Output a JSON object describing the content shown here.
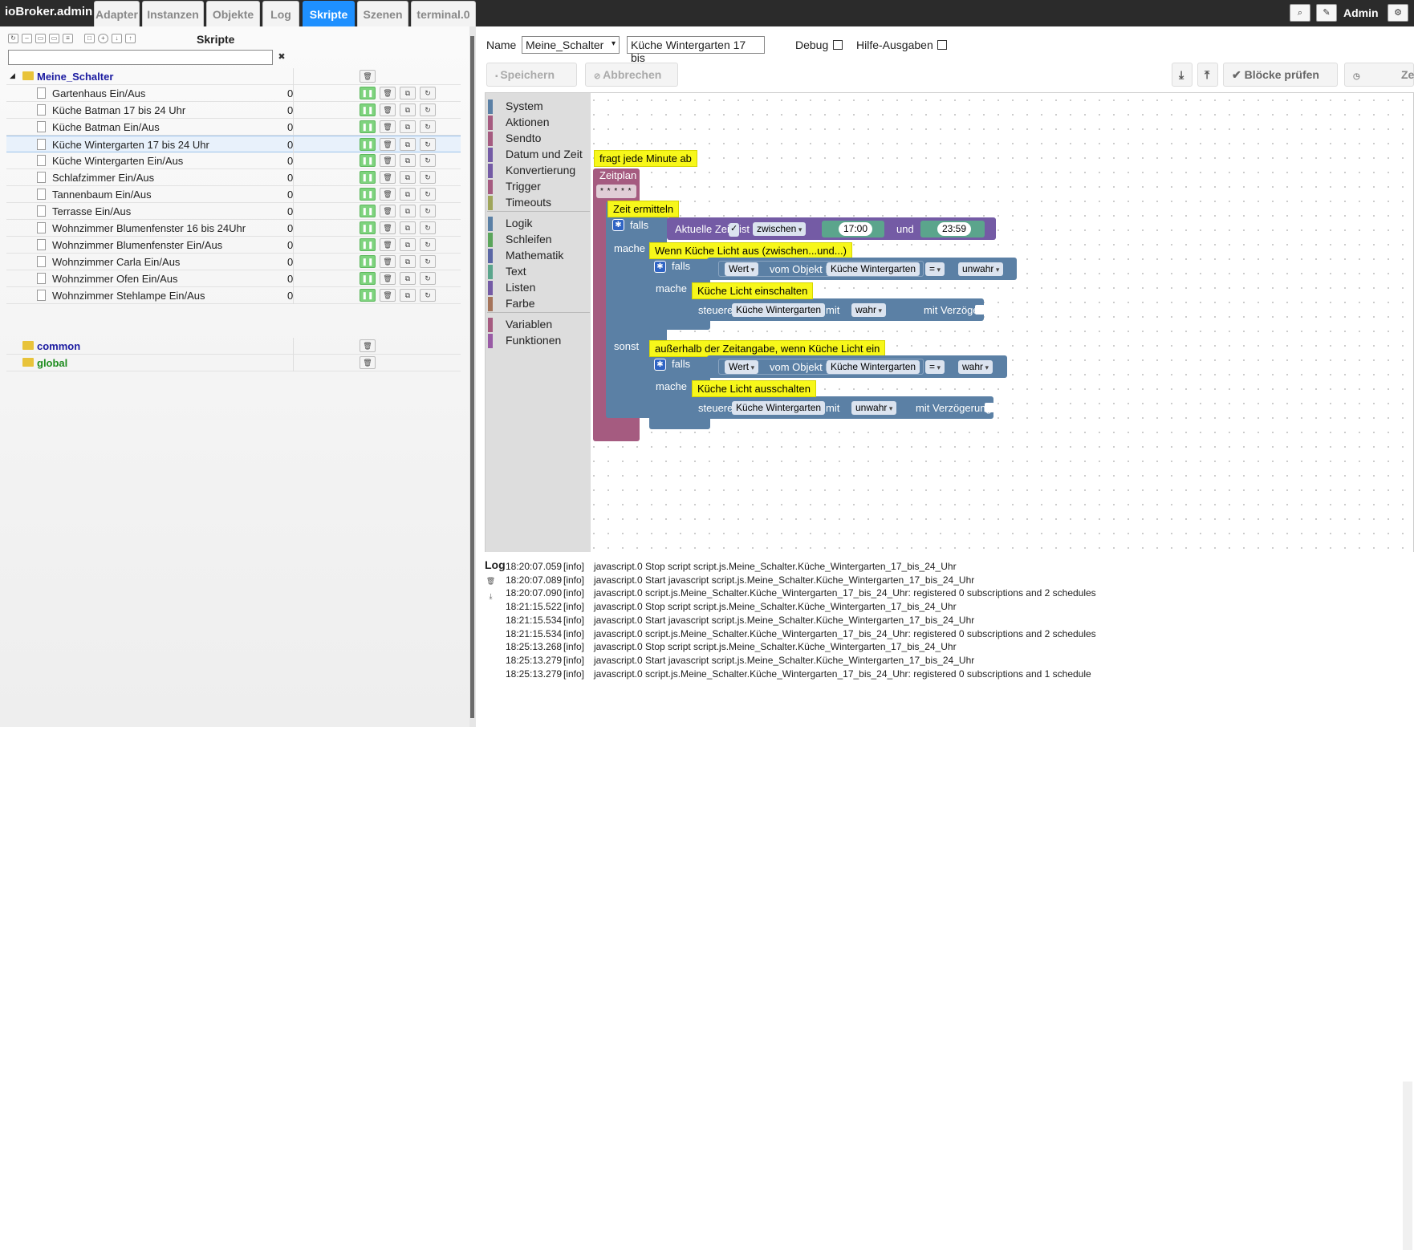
{
  "app": {
    "brand": "ioBroker.admin",
    "user": "Admin"
  },
  "tabs": [
    {
      "label": "Adapter"
    },
    {
      "label": "Instanzen"
    },
    {
      "label": "Objekte"
    },
    {
      "label": "Log"
    },
    {
      "label": "Skripte"
    },
    {
      "label": "Szenen"
    },
    {
      "label": "terminal.0"
    }
  ],
  "left": {
    "title": "Skripte",
    "search_value": "",
    "folders": [
      {
        "name": "Meine_Schalter",
        "color": "#1a1aa0"
      },
      {
        "name": "common",
        "color": "#1a1aa0"
      },
      {
        "name": "global",
        "color": "#1e8c1e"
      }
    ],
    "scripts": [
      {
        "name": "Gartenhaus Ein/Aus",
        "count": "0"
      },
      {
        "name": "Küche Batman 17 bis 24 Uhr",
        "count": "0"
      },
      {
        "name": "Küche Batman Ein/Aus",
        "count": "0"
      },
      {
        "name": "Küche Wintergarten 17 bis 24 Uhr",
        "count": "0"
      },
      {
        "name": "Küche Wintergarten Ein/Aus",
        "count": "0"
      },
      {
        "name": "Schlafzimmer Ein/Aus",
        "count": "0"
      },
      {
        "name": "Tannenbaum Ein/Aus",
        "count": "0"
      },
      {
        "name": "Terrasse Ein/Aus",
        "count": "0"
      },
      {
        "name": "Wohnzimmer Blumenfenster 16 bis 24Uhr",
        "count": "0"
      },
      {
        "name": "Wohnzimmer Blumenfenster Ein/Aus",
        "count": "0"
      },
      {
        "name": "Wohnzimmer Carla Ein/Aus",
        "count": "0"
      },
      {
        "name": "Wohnzimmer Ofen Ein/Aus",
        "count": "0"
      },
      {
        "name": "Wohnzimmer Stehlampe Ein/Aus",
        "count": "0"
      }
    ]
  },
  "editor": {
    "name_label": "Name",
    "folder_value": "Meine_Schalter",
    "name_value": "Küche Wintergarten 17 bis",
    "debug_label": "Debug",
    "help_label": "Hilfe-Ausgaben",
    "save_label": "Speichern",
    "cancel_label": "Abbrechen",
    "check_label": "Blöcke prüfen",
    "extra_label": "Zei"
  },
  "toolbox": [
    {
      "label": "System",
      "color": "#5b80a5"
    },
    {
      "label": "Aktionen",
      "color": "#a55b80"
    },
    {
      "label": "Sendto",
      "color": "#a55b80"
    },
    {
      "label": "Datum und Zeit",
      "color": "#745ba5"
    },
    {
      "label": "Konvertierung",
      "color": "#745ba5"
    },
    {
      "label": "Trigger",
      "color": "#a55b80"
    },
    {
      "label": "Timeouts",
      "color": "#9fa55b"
    },
    {
      "label": "Logik",
      "color": "#5b80a5"
    },
    {
      "label": "Schleifen",
      "color": "#5ba55b"
    },
    {
      "label": "Mathematik",
      "color": "#5b67a5"
    },
    {
      "label": "Text",
      "color": "#5ba58c"
    },
    {
      "label": "Listen",
      "color": "#745ba5"
    },
    {
      "label": "Farbe",
      "color": "#a5745b"
    },
    {
      "label": "Variablen",
      "color": "#a55b80"
    },
    {
      "label": "Funktionen",
      "color": "#995ba5"
    }
  ],
  "blocks": {
    "note_schedule": "fragt jede Minute ab",
    "schedule_label": "Zeitplan",
    "schedule_value": "* * * * *",
    "note_time": "Zeit ermitteln",
    "falls": "falls",
    "mache": "mache",
    "sonst": "sonst",
    "aktuelle_zeit": "Aktuelle Zeit",
    "ist": "ist",
    "zwischen": "zwischen",
    "time_from": "17:00",
    "und": "und",
    "time_to": "23:59",
    "note_if_off": "Wenn Küche Licht aus (zwischen...und...)",
    "wert": "Wert",
    "vom_objekt": "vom Objekt ID",
    "object": "Küche Wintergarten",
    "eq": "=",
    "unwahr": "unwahr",
    "wahr": "wahr",
    "note_on": "Küche Licht einschalten",
    "steuere": "steuere",
    "mit": "mit",
    "mit_verzoegerung": "mit Verzögerung",
    "note_outside": "außerhalb der Zeitangabe, wenn Küche Licht ein",
    "note_off": "Küche Licht ausschalten"
  },
  "log": {
    "title": "Log",
    "rows": [
      {
        "time": "18:20:07.059",
        "level": "[info]",
        "msg": "javascript.0 Stop script script.js.Meine_Schalter.Küche_Wintergarten_17_bis_24_Uhr"
      },
      {
        "time": "18:20:07.089",
        "level": "[info]",
        "msg": "javascript.0 Start javascript script.js.Meine_Schalter.Küche_Wintergarten_17_bis_24_Uhr"
      },
      {
        "time": "18:20:07.090",
        "level": "[info]",
        "msg": "javascript.0 script.js.Meine_Schalter.Küche_Wintergarten_17_bis_24_Uhr: registered 0 subscriptions and 2 schedules"
      },
      {
        "time": "18:21:15.522",
        "level": "[info]",
        "msg": "javascript.0 Stop script script.js.Meine_Schalter.Küche_Wintergarten_17_bis_24_Uhr"
      },
      {
        "time": "18:21:15.534",
        "level": "[info]",
        "msg": "javascript.0 Start javascript script.js.Meine_Schalter.Küche_Wintergarten_17_bis_24_Uhr"
      },
      {
        "time": "18:21:15.534",
        "level": "[info]",
        "msg": "javascript.0 script.js.Meine_Schalter.Küche_Wintergarten_17_bis_24_Uhr: registered 0 subscriptions and 2 schedules"
      },
      {
        "time": "18:25:13.268",
        "level": "[info]",
        "msg": "javascript.0 Stop script script.js.Meine_Schalter.Küche_Wintergarten_17_bis_24_Uhr"
      },
      {
        "time": "18:25:13.279",
        "level": "[info]",
        "msg": "javascript.0 Start javascript script.js.Meine_Schalter.Küche_Wintergarten_17_bis_24_Uhr"
      },
      {
        "time": "18:25:13.279",
        "level": "[info]",
        "msg": "javascript.0 script.js.Meine_Schalter.Küche_Wintergarten_17_bis_24_Uhr: registered 0 subscriptions and 1 schedule"
      }
    ]
  },
  "colors": {
    "accent": "#1e90ff",
    "run_green": "#7ed37e",
    "note_yellow": "#f7f71a",
    "logic_blue": "#5b80a5",
    "trigger_purple": "#a55b80",
    "date_purple": "#745ba5"
  }
}
